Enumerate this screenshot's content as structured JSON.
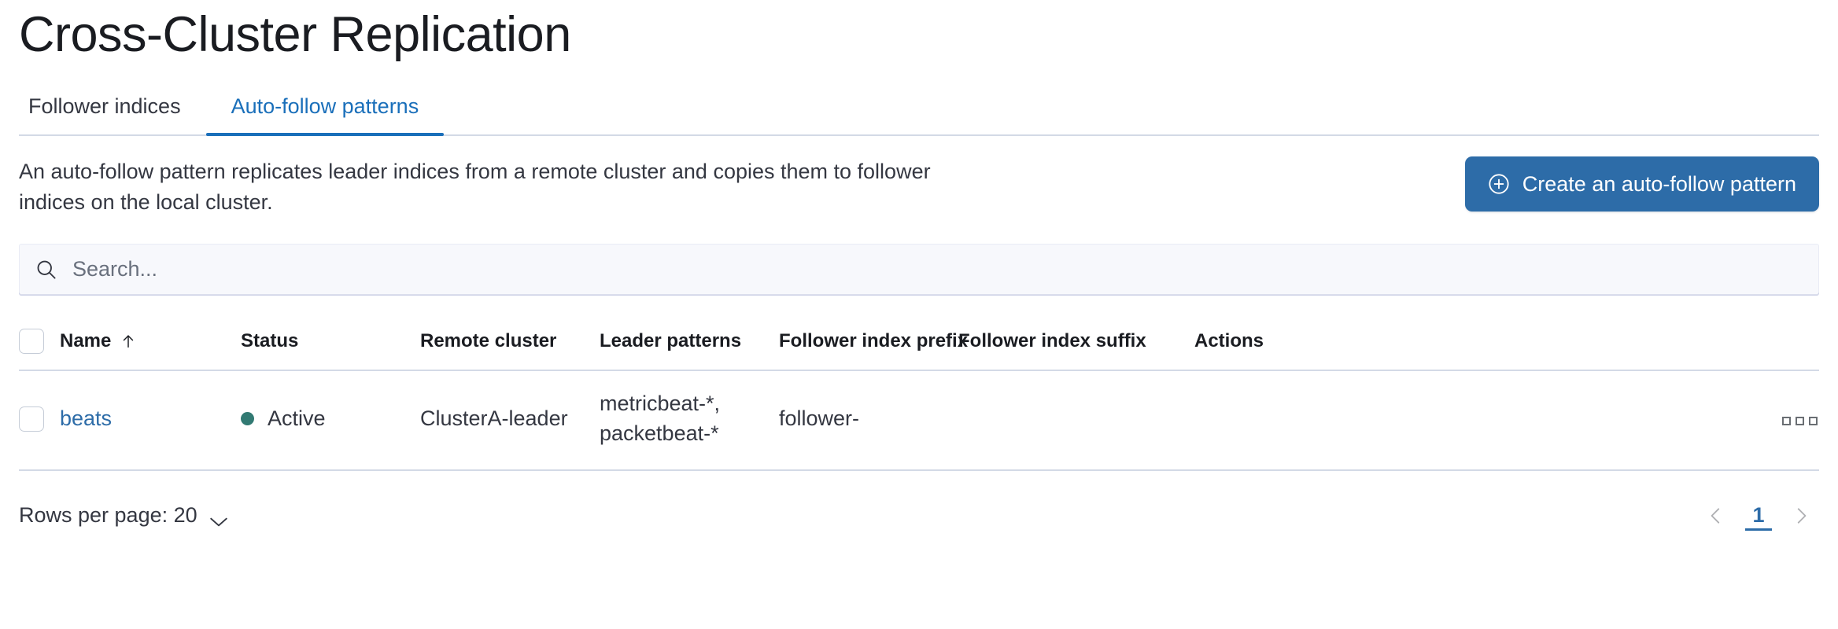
{
  "page": {
    "title": "Cross-Cluster Replication"
  },
  "tabs": [
    {
      "id": "follower-indices",
      "label": "Follower indices",
      "active": false
    },
    {
      "id": "auto-follow-patterns",
      "label": "Auto-follow patterns",
      "active": true
    }
  ],
  "description": "An auto-follow pattern replicates leader indices from a remote cluster and copies them to follower indices on the local cluster.",
  "cta": {
    "label": "Create an auto-follow pattern",
    "icon": "plus-in-circle-icon",
    "background": "#2d6ca8",
    "text_color": "#ffffff"
  },
  "search": {
    "value": "",
    "placeholder": "Search...",
    "icon": "search-icon"
  },
  "table": {
    "columns": [
      {
        "id": "select",
        "label": ""
      },
      {
        "id": "name",
        "label": "Name",
        "sorted": "asc",
        "sort_icon": "arrow-up-icon"
      },
      {
        "id": "status",
        "label": "Status"
      },
      {
        "id": "remote_cluster",
        "label": "Remote cluster"
      },
      {
        "id": "leader_patterns",
        "label": "Leader patterns"
      },
      {
        "id": "follower_index_prefix",
        "label": "Follower index prefix"
      },
      {
        "id": "follower_index_suffix",
        "label": "Follower index suffix"
      },
      {
        "id": "actions",
        "label": "Actions"
      }
    ],
    "rows": [
      {
        "selected": false,
        "name": "beats",
        "status": "Active",
        "status_color": "#327a73",
        "remote_cluster": "ClusterA-leader",
        "leader_patterns": "metricbeat-*,\npacketbeat-*",
        "follower_index_prefix": "follower-",
        "follower_index_suffix": "",
        "actions_icon": "ellipsis-horizontal-icon"
      }
    ]
  },
  "footer": {
    "rows_per_page_label": "Rows per page: 20",
    "rows_per_page_icon": "chevron-down-icon",
    "pagination": {
      "prev_icon": "chevron-left-icon",
      "next_icon": "chevron-right-icon",
      "pages": [
        "1"
      ],
      "current_page": "1"
    }
  },
  "colors": {
    "accent": "#2d6ca8",
    "tab_active": "#1a6fba",
    "border": "#d3dae6",
    "text": "#343741",
    "status_active": "#327a73"
  }
}
